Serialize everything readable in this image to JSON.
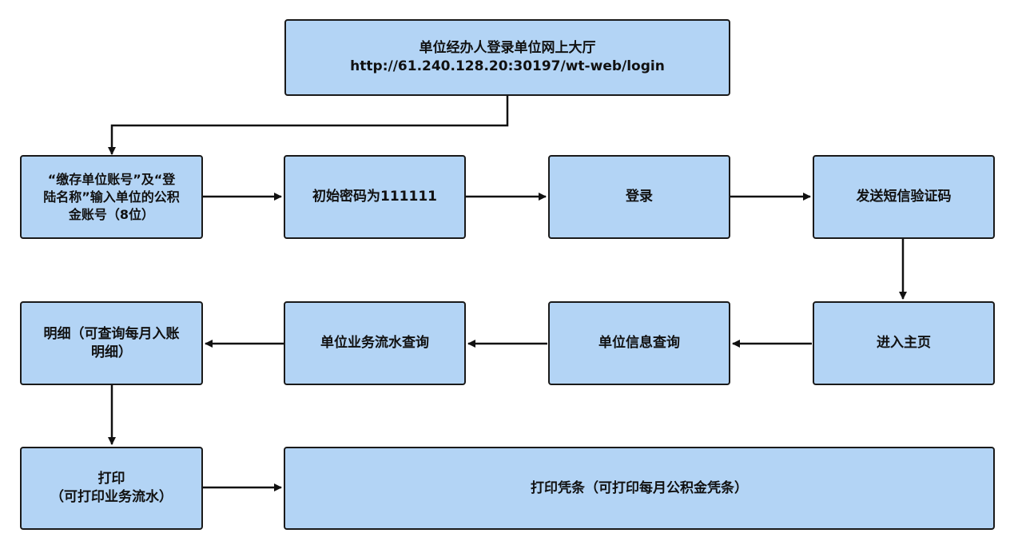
{
  "nodes": {
    "login_hall": {
      "title": "单位经办人登录单位网上大厅",
      "url": "http://61.240.128.20:30197/wt-web/login"
    },
    "account_input": {
      "line1": "“缴存单位账号”及“登",
      "line2": "陆名称”输入单位的公积",
      "line3": "金账号（8位）"
    },
    "initial_password": {
      "label": "初始密码为111111"
    },
    "login": {
      "label": "登录"
    },
    "send_sms": {
      "label": "发送短信验证码"
    },
    "enter_home": {
      "label": "进入主页"
    },
    "unit_info_query": {
      "label": "单位信息查询"
    },
    "unit_business_query": {
      "label": "单位业务流水查询"
    },
    "detail": {
      "line1": "明细（可查询每月入账",
      "line2": "明细）"
    },
    "print": {
      "line1": "打印",
      "line2": "（可打印业务流水）"
    },
    "print_voucher": {
      "label": "打印凭条（可打印每月公积金凭条）"
    }
  },
  "colors": {
    "node_fill": "#b3d4f5",
    "node_border": "#1a1a1a",
    "arrow": "#111111"
  }
}
